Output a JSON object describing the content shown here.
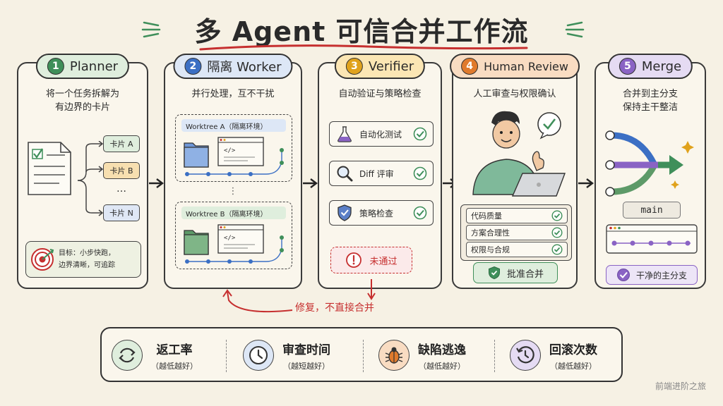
{
  "title": "多 Agent 可信合并工作流",
  "stages": [
    {
      "num": "1",
      "name": "Planner",
      "desc_lines": [
        "将一个任务拆解为",
        "有边界的卡片"
      ],
      "cards": [
        "卡片 A",
        "卡片 B",
        "…",
        "卡片 N"
      ],
      "goal_lines": [
        "目标：小步快跑，",
        "边界清晰，可追踪"
      ]
    },
    {
      "num": "2",
      "name": "隔离 Worker",
      "desc": "并行处理，互不干扰",
      "worktree_a": "Worktree A（隔离环境）",
      "worktree_b": "Worktree B（隔离环境）",
      "vdots": "⋮"
    },
    {
      "num": "3",
      "name": "Verifier",
      "desc": "自动验证与策略检查",
      "checks": [
        "自动化测试",
        "Diff 评审",
        "策略检查"
      ],
      "fail_label": "未通过",
      "fix_label": "修复，不直接合并"
    },
    {
      "num": "4",
      "name": "Human Review",
      "desc": "人工审查与权限确认",
      "review_items": [
        "代码质量",
        "方案合理性",
        "权限与合规"
      ],
      "approve_label": "批准合并"
    },
    {
      "num": "5",
      "name": "Merge",
      "desc_lines": [
        "合并到主分支",
        "保持主干整洁"
      ],
      "branch": "main",
      "clean_label": "干净的主分支"
    }
  ],
  "metrics": [
    {
      "name": "返工率",
      "sub": "（越低越好）",
      "icon": "refresh-icon"
    },
    {
      "name": "审查时间",
      "sub": "（越短越好）",
      "icon": "clock-icon"
    },
    {
      "name": "缺陷逃逸",
      "sub": "（越低越好）",
      "icon": "bug-icon"
    },
    {
      "name": "回滚次数",
      "sub": "（越低越好）",
      "icon": "rollback-icon"
    }
  ],
  "watermark": "前端进阶之旅",
  "colors": {
    "planner": "#3f8f5a",
    "worker": "#3b6fc4",
    "verifier": "#e0a21c",
    "review": "#e07a2c",
    "merge": "#8a63c4",
    "fail": "#c62f2f",
    "check": "#3f8f5a",
    "background": "#f6f1e4"
  }
}
